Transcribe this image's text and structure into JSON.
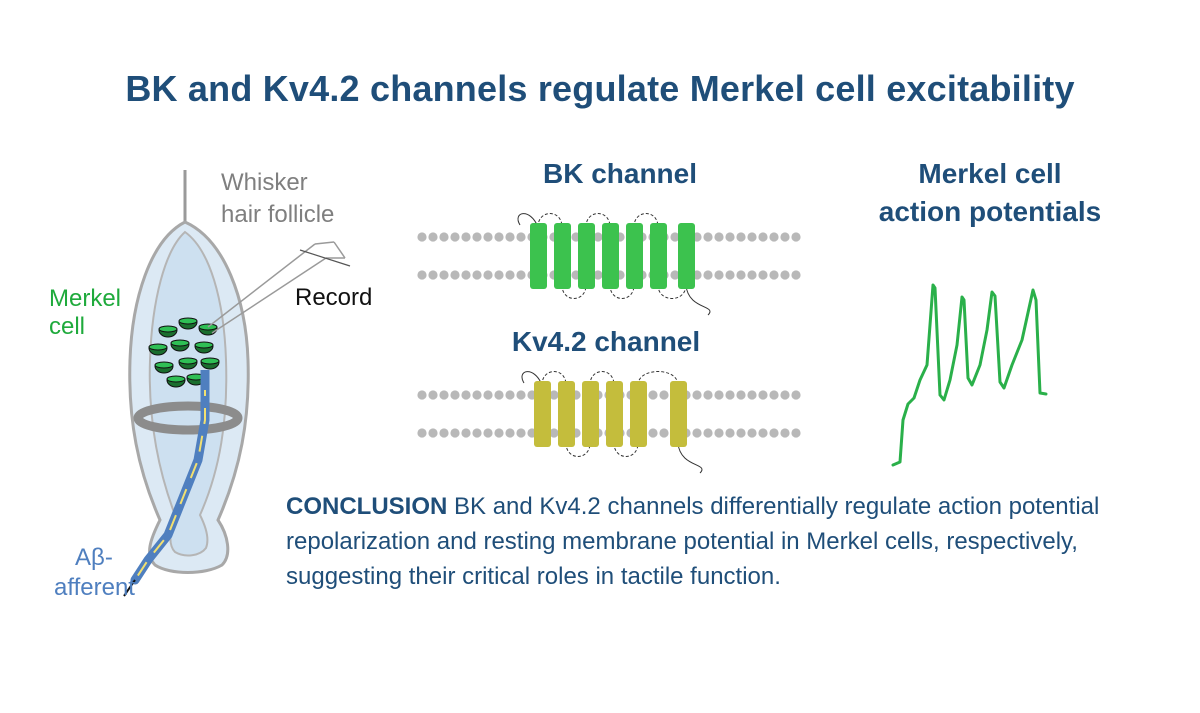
{
  "title": "BK and Kv4.2 channels regulate Merkel cell excitability",
  "follicle_diagram": {
    "whisker_label_line1": "Whisker",
    "whisker_label_line2": "hair follicle",
    "record_label": "Record",
    "merkel_label_line1": "Merkel",
    "merkel_label_line2": "cell",
    "afferent_label_line1": "Aβ-",
    "afferent_label_line2": "afferent"
  },
  "bk_channel": {
    "label": "BK channel",
    "color": "#3cc24e"
  },
  "kv_channel": {
    "label": "Kv4.2 channel",
    "color": "#c4bd3c"
  },
  "action_potentials": {
    "label_line1": "Merkel cell",
    "label_line2": "action potentials",
    "color": "#2ab04a"
  },
  "conclusion": {
    "heading": "CONCLUSION",
    "text": "BK and Kv4.2 channels differentially regulate action potential repolarization and resting membrane potential in Merkel cells, respectively, suggesting their critical roles in tactile function."
  },
  "colors": {
    "title": "#1f4e79",
    "merkel_green": "#1faa3c",
    "afferent_blue": "#4f7fbf",
    "gray_text": "#7f7f7f"
  }
}
